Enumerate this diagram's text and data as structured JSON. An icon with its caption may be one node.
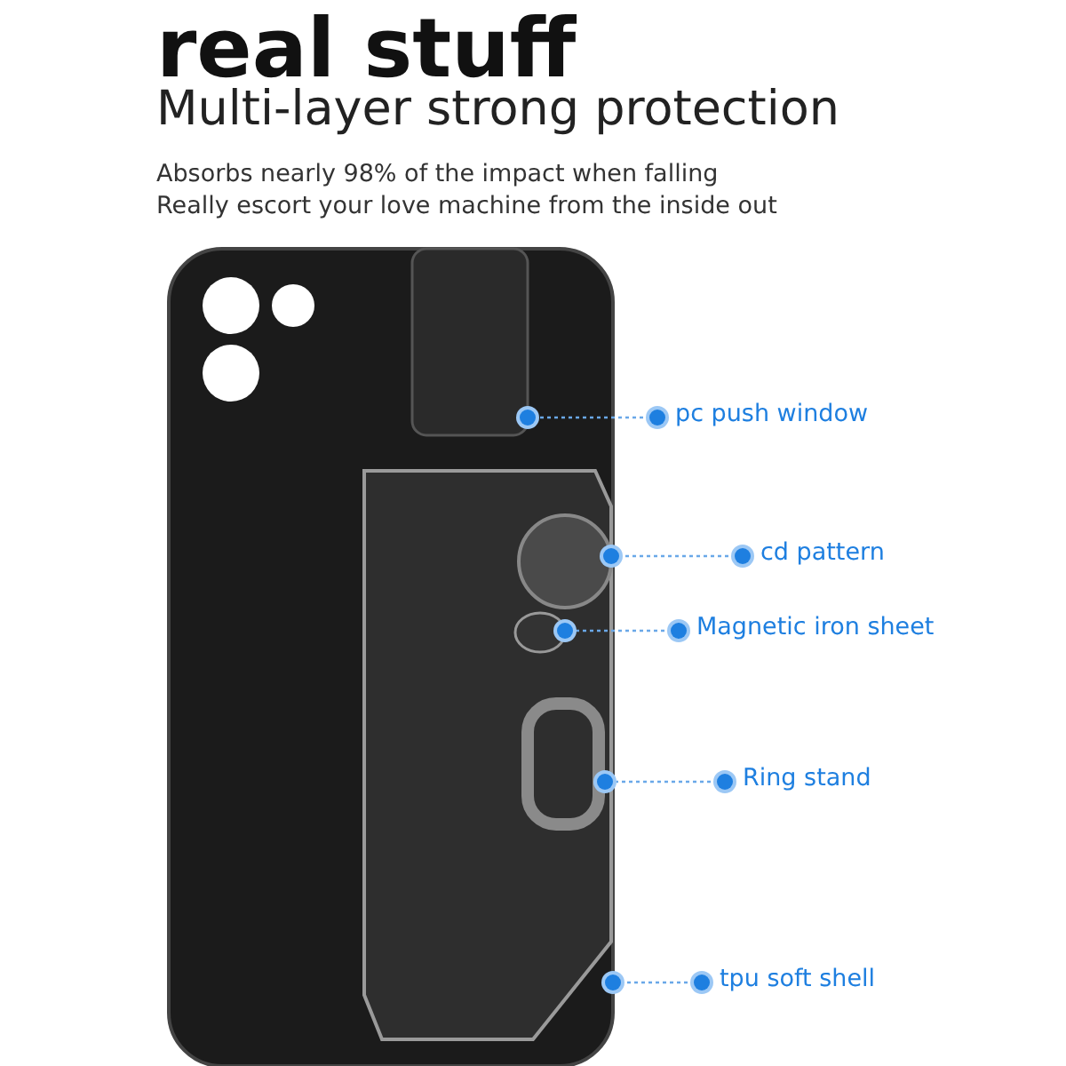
{
  "diagram": {
    "title": "real stuff",
    "nodes": [
      {
        "text": [
          "pc push window"
        ]
      },
      {
        "text": [
          "cd pattern"
        ]
      },
      {
        "text": [
          "Magnetic iron sheet"
        ]
      },
      {
        "text": [
          "Ring stand"
        ]
      },
      {
        "text": [
          "tpu soft shell"
        ]
      },
      {
        "text": [],
        "shape": "box",
        "in": 9
      },
      {
        "text": [],
        "shape": "circle",
        "in": 9
      },
      {
        "text": [],
        "shape": "circle",
        "in": 9
      },
      {
        "text": [],
        "shape": "box",
        "in": 9
      },
      {
        "text": [],
        "shape": "box"
      }
    ],
    "edges": [
      {
        "from": 0,
        "to": 5,
        "arrow": "other",
        "style": "dashed"
      },
      {
        "from": 1,
        "to": 6,
        "arrow": "other",
        "style": "dashed"
      },
      {
        "from": 2,
        "to": 7,
        "arrow": "other",
        "style": "dashed"
      },
      {
        "from": 3,
        "to": 8,
        "arrow": "other",
        "style": "dashed"
      },
      {
        "from": 4,
        "to": 9,
        "arrow": "other",
        "style": "dashed"
      }
    ],
    "labels": [
      "Multi-layer strong protection",
      "Absorbs nearly 98% of the impact when falling",
      "Really escort your love machine from the inside out"
    ]
  }
}
